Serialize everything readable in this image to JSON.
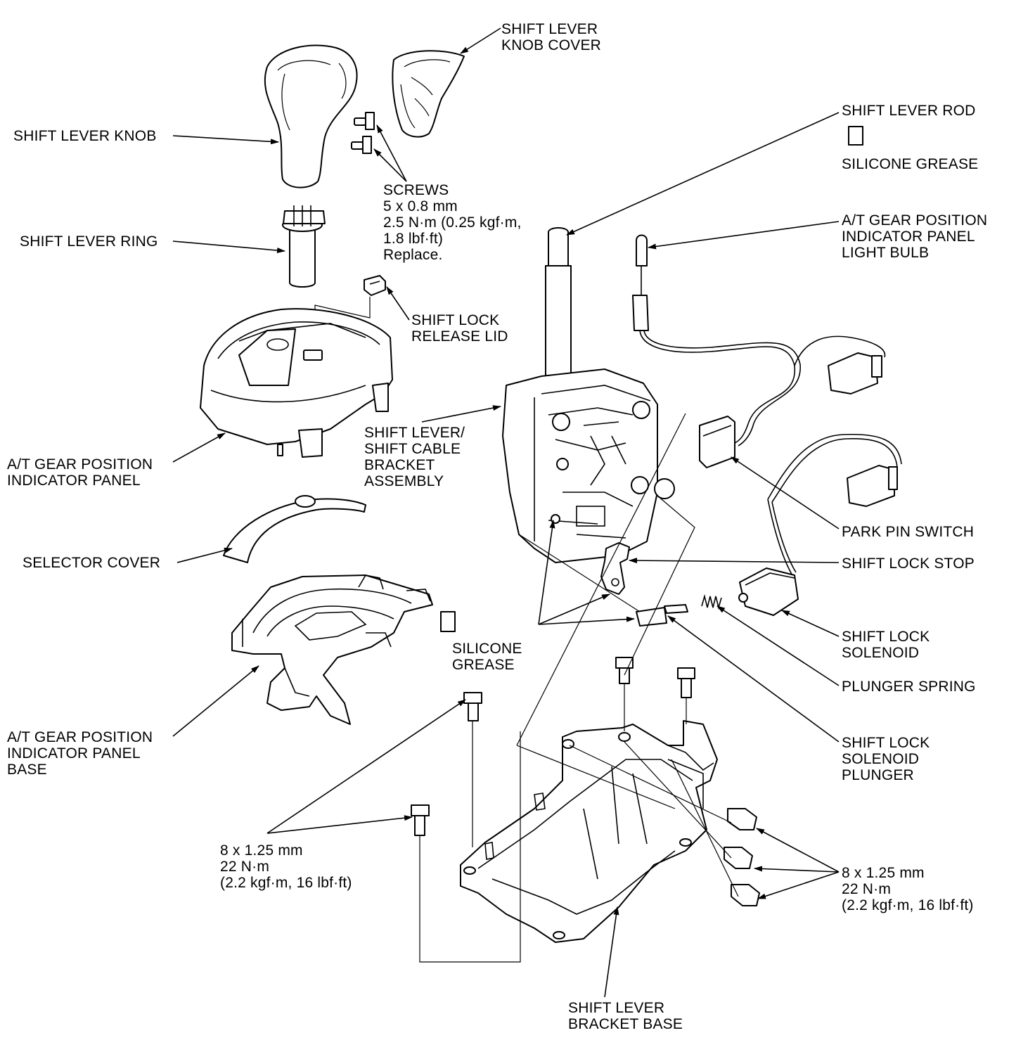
{
  "labels": {
    "knob_cover": "SHIFT LEVER\nKNOB COVER",
    "knob": "SHIFT LEVER KNOB",
    "screws": "SCREWS\n5 x 0.8 mm\n2.5 N·m (0.25 kgf·m,\n1.8 lbf·ft)\nReplace.",
    "ring": "SHIFT LEVER RING",
    "release_lid": "SHIFT LOCK\nRELEASE LID",
    "indicator_panel": "A/T GEAR POSITION\nINDICATOR PANEL",
    "selector_cover": "SELECTOR COVER",
    "panel_base": "A/T GEAR POSITION\nINDICATOR PANEL\nBASE",
    "bracket_assembly": "SHIFT LEVER/\nSHIFT CABLE\nBRACKET\nASSEMBLY",
    "grease_center": "SILICONE\nGREASE",
    "rod": "SHIFT LEVER ROD",
    "grease_right": "SILICONE GREASE",
    "bulb": "A/T GEAR POSITION\nINDICATOR PANEL\nLIGHT BULB",
    "park_switch": "PARK PIN SWITCH",
    "lock_stop": "SHIFT LOCK STOP",
    "solenoid": "SHIFT LOCK\nSOLENOID",
    "spring": "PLUNGER SPRING",
    "plunger": "SHIFT LOCK\nSOLENOID\nPLUNGER",
    "bolts_left": "8 x 1.25 mm\n22 N·m\n(2.2 kgf·m, 16 lbf·ft)",
    "bolts_right": "8 x 1.25 mm\n22 N·m\n(2.2 kgf·m, 16 lbf·ft)",
    "bracket_base": "SHIFT LEVER\nBRACKET BASE"
  }
}
